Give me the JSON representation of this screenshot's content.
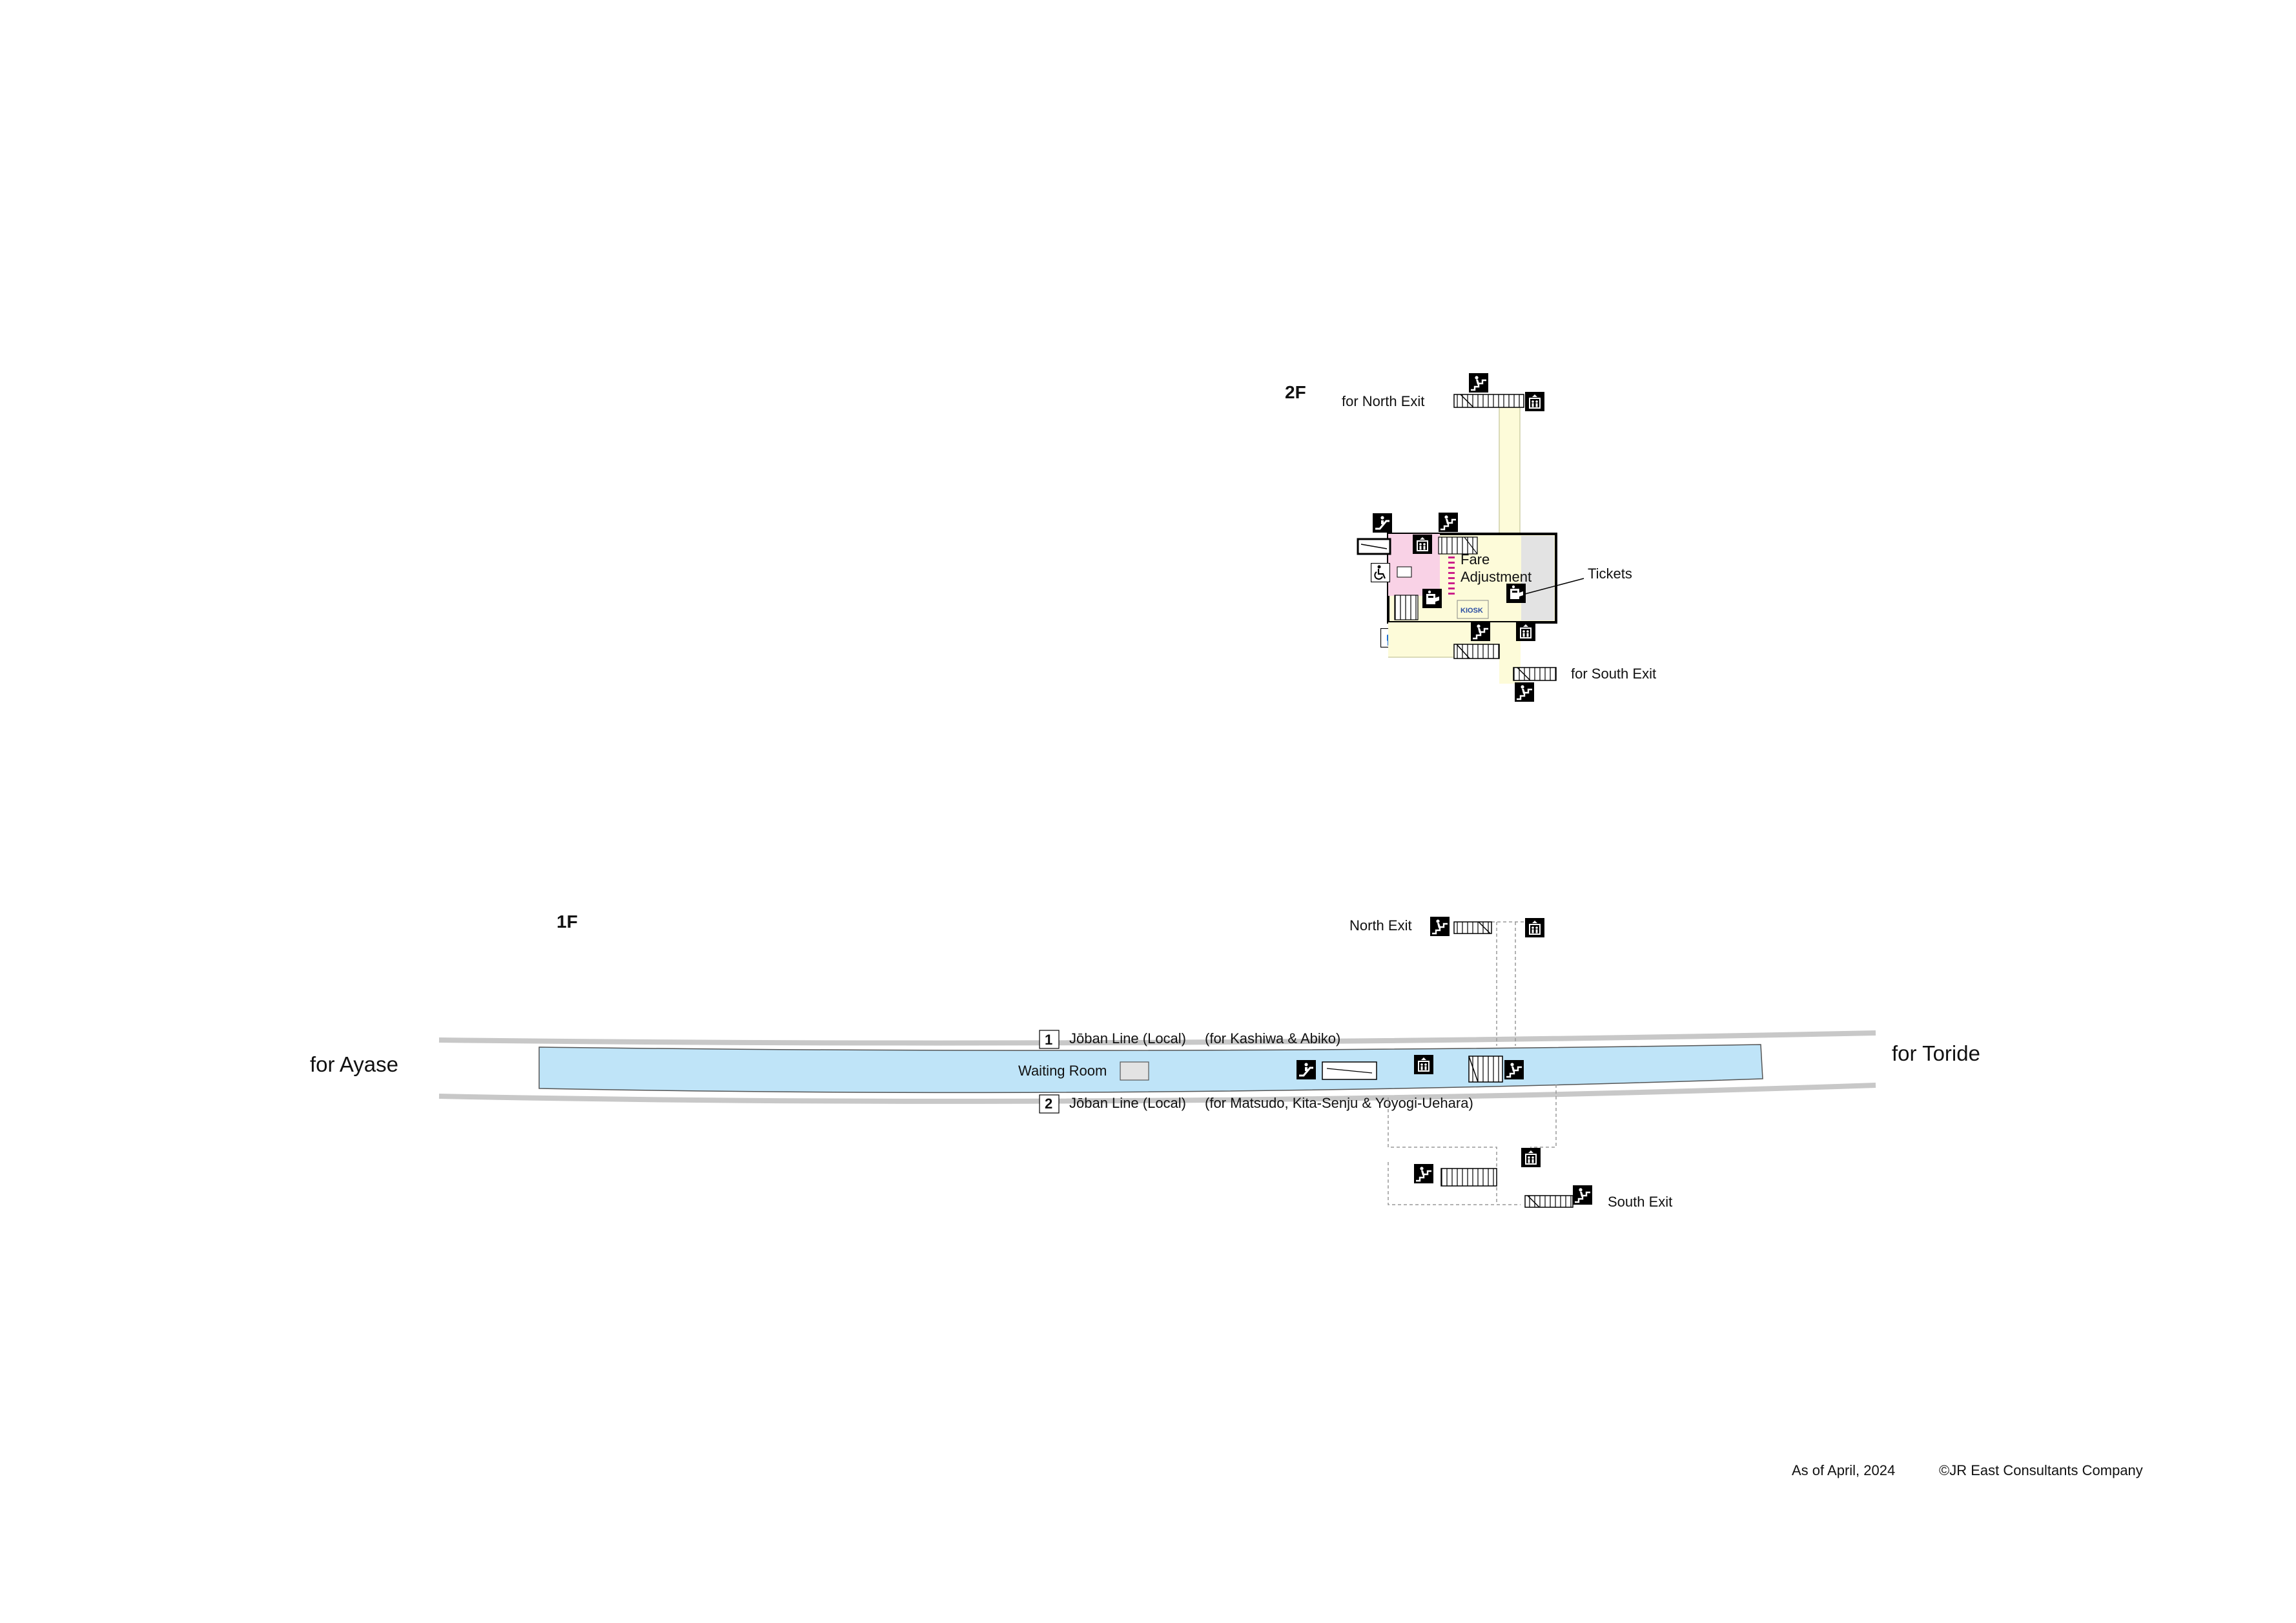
{
  "floors": {
    "upper": "2F",
    "lower": "1F"
  },
  "upper_floor": {
    "north_exit_label": "for North Exit",
    "south_exit_label": "for South Exit",
    "fare_adjustment_line1": "Fare",
    "fare_adjustment_line2": "Adjustment",
    "tickets_label": "Tickets",
    "kiosk_label": "KIOSK"
  },
  "lower_floor": {
    "north_exit_label": "North Exit",
    "south_exit_label": "South Exit",
    "waiting_room_label": "Waiting Room",
    "track1": {
      "number": "1",
      "line": "Jōban Line (Local)",
      "destination": "(for Kashiwa & Abiko)"
    },
    "track2": {
      "number": "2",
      "line": "Jōban Line (Local)",
      "destination": "(for Matsudo, Kita-Senju & Yoyogi-Uehara)"
    }
  },
  "directions": {
    "west": "for Ayase",
    "east": "for Toride"
  },
  "footer": {
    "as_of": "As of April, 2024",
    "copyright": "©JR East Consultants Company"
  },
  "colors": {
    "platform": "#bfe4f8",
    "concourse": "#fdfbd9",
    "restricted_area": "#f9d2e6",
    "office": "#e3e3e3",
    "kiosk_text": "#2a4da3",
    "track_rail": "#c8c8c8",
    "male_icon": "#1e6fd0",
    "female_icon": "#d42020",
    "fare_stripe": "#cc1f8a"
  },
  "icons": [
    "escalator-icon",
    "stairs-icon",
    "elevator-icon",
    "ticket-machine-icon",
    "accessible-toilet-icon",
    "male-toilet-icon",
    "female-toilet-icon"
  ]
}
